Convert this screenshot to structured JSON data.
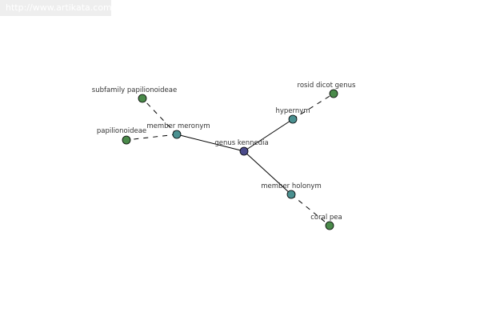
{
  "watermark": "http://www.artikata.com",
  "colors": {
    "center": "#4a4a8a",
    "relation": "#4a9090",
    "leaf": "#4a8a4a",
    "edge": "#000000"
  },
  "nodes": [
    {
      "id": "genus-kennedia",
      "label": "genus kennedia",
      "kind": "center"
    },
    {
      "id": "member-meronym",
      "label": "member meronym",
      "kind": "relation"
    },
    {
      "id": "hypernym",
      "label": "hypernym",
      "kind": "relation"
    },
    {
      "id": "member-holonym",
      "label": "member holonym",
      "kind": "relation"
    },
    {
      "id": "subfamily-papilionoideae",
      "label": "subfamily papilionoideae",
      "kind": "leaf"
    },
    {
      "id": "papilionoideae",
      "label": "papilionoideae",
      "kind": "leaf"
    },
    {
      "id": "rosid-dicot-genus",
      "label": "rosid dicot genus",
      "kind": "leaf"
    },
    {
      "id": "coral-pea",
      "label": "coral pea",
      "kind": "leaf"
    }
  ],
  "edges": [
    {
      "from": "genus-kennedia",
      "to": "member-meronym",
      "style": "solid"
    },
    {
      "from": "genus-kennedia",
      "to": "hypernym",
      "style": "solid"
    },
    {
      "from": "genus-kennedia",
      "to": "member-holonym",
      "style": "solid"
    },
    {
      "from": "member-meronym",
      "to": "subfamily-papilionoideae",
      "style": "dashed"
    },
    {
      "from": "member-meronym",
      "to": "papilionoideae",
      "style": "dashed"
    },
    {
      "from": "hypernym",
      "to": "rosid-dicot-genus",
      "style": "dashed"
    },
    {
      "from": "member-holonym",
      "to": "coral-pea",
      "style": "dashed"
    }
  ]
}
